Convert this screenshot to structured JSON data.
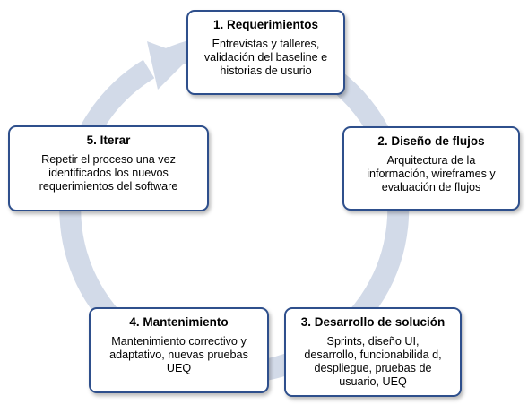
{
  "colors": {
    "box_border": "#2e4f8c",
    "cycle_arrow": "#d2dae8",
    "background": "#ffffff"
  },
  "steps": [
    {
      "title": "1. Requerimientos",
      "desc_lines": [
        "Entrevistas y talleres,",
        "validación del baseline e",
        "historias de usurio"
      ]
    },
    {
      "title": "2. Diseño de flujos",
      "desc_lines": [
        "Arquitectura de la",
        "información, wireframes y",
        "evaluación de flujos"
      ]
    },
    {
      "title": "3. Desarrollo de solución",
      "desc_lines": [
        "Sprints, diseño UI,",
        "desarrollo, funcionabilida d,",
        "despliegue, pruebas de",
        "usuario, UEQ"
      ]
    },
    {
      "title": "4. Mantenimiento",
      "desc_lines": [
        "Mantenimiento correctivo y",
        "adaptativo, nuevas pruebas",
        "UEQ"
      ]
    },
    {
      "title": "5. Iterar",
      "desc_lines": [
        "Repetir el proceso una vez",
        "identificados los nuevos",
        "requerimientos del software"
      ]
    }
  ]
}
